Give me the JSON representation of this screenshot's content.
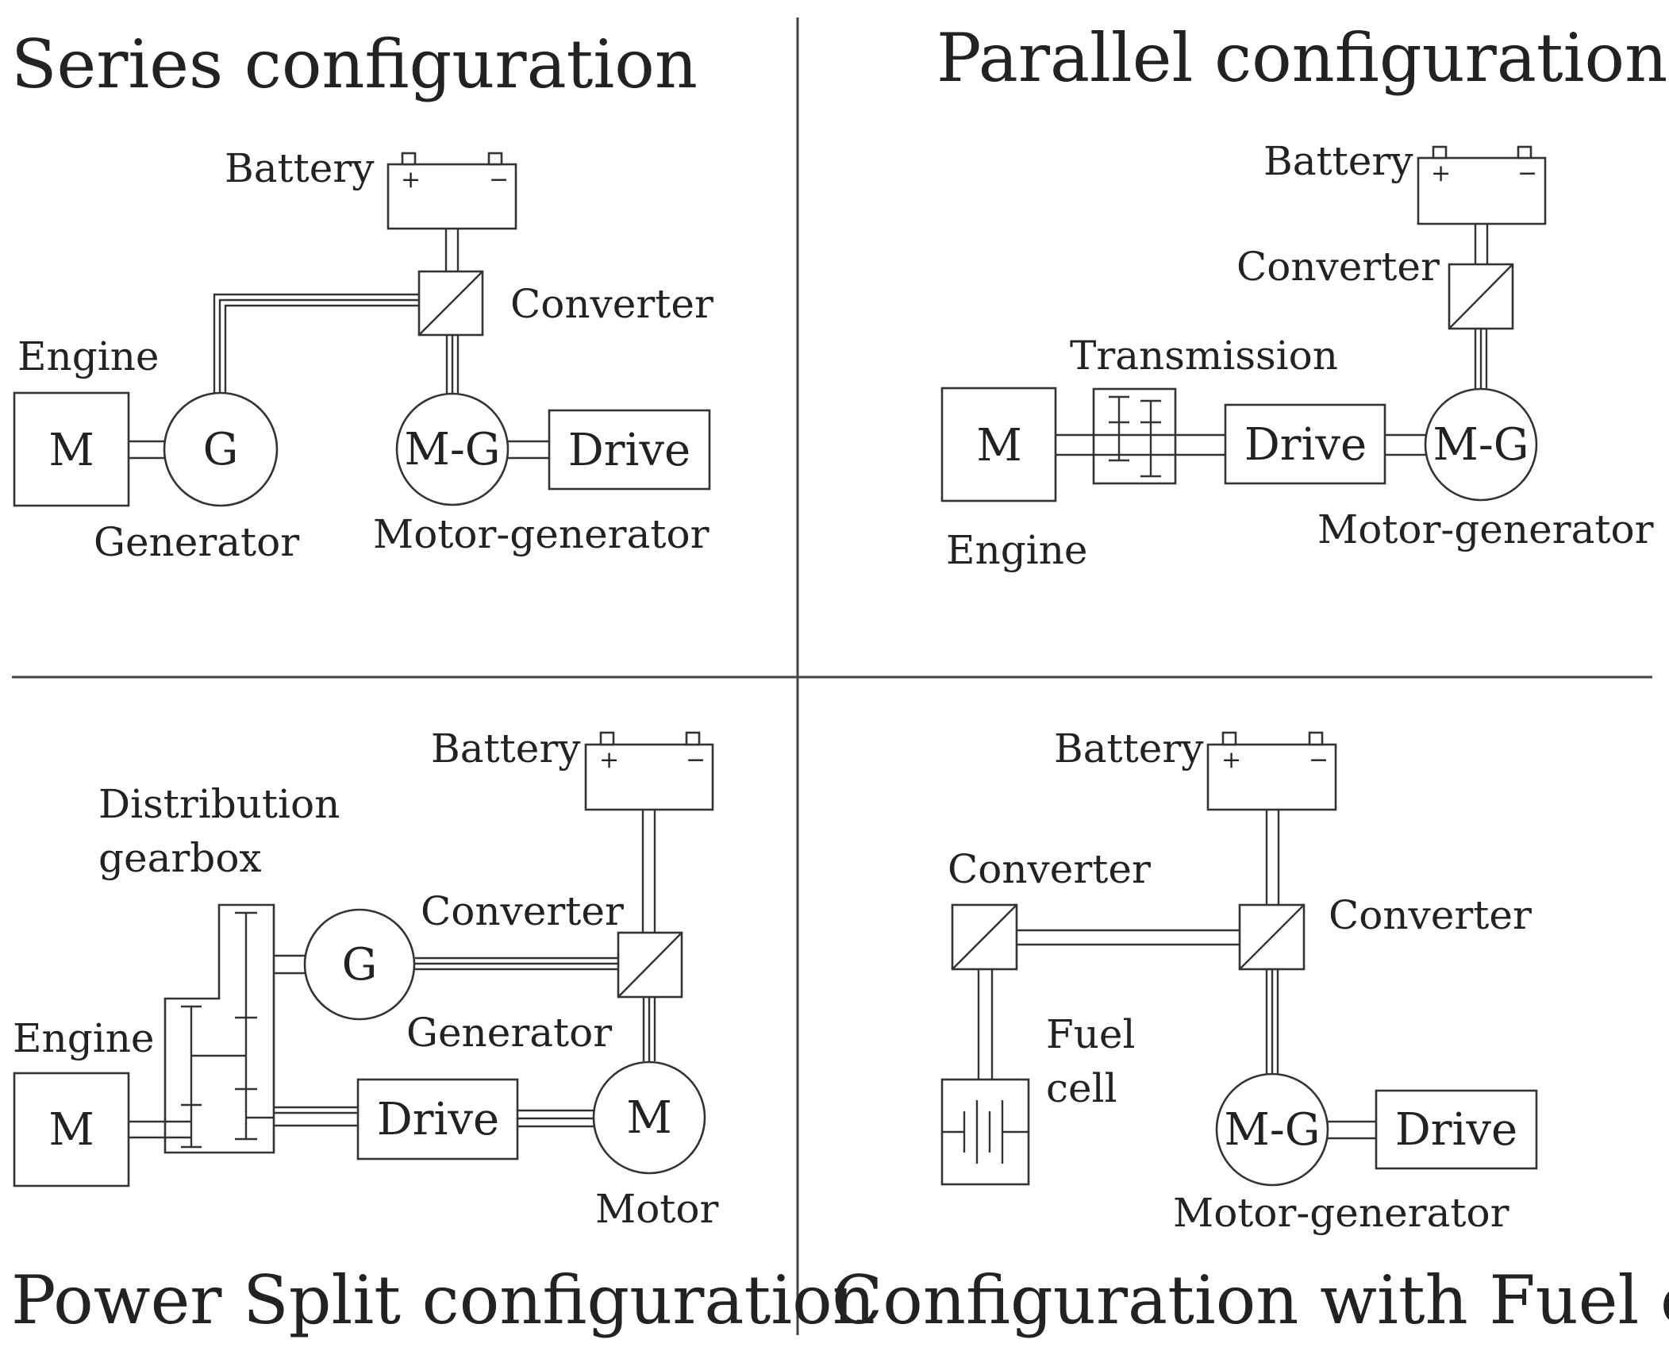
{
  "colors": {
    "ink": "#333333",
    "background": "#ffffff"
  },
  "series": {
    "title": "Series configuration",
    "battery": "Battery",
    "converter": "Converter",
    "engine": "Engine",
    "engine_symbol": "M",
    "generator_symbol": "G",
    "generator": "Generator",
    "motor_generator_symbol": "M-G",
    "motor_generator": "Motor-generator",
    "drive": "Drive"
  },
  "parallel": {
    "title": "Parallel configuration",
    "battery": "Battery",
    "converter": "Converter",
    "transmission": "Transmission",
    "engine_symbol": "M",
    "engine": "Engine",
    "drive": "Drive",
    "motor_generator_symbol": "M-G",
    "motor_generator": "Motor-generator"
  },
  "power_split": {
    "title": "Power Split configuration",
    "battery": "Battery",
    "distribution_line1": "Distribution",
    "distribution_line2": "gearbox",
    "converter": "Converter",
    "generator_symbol": "G",
    "generator": "Generator",
    "engine": "Engine",
    "engine_symbol": "M",
    "drive": "Drive",
    "motor_symbol": "M",
    "motor": "Motor"
  },
  "fuel_cell": {
    "title": "Configuration with Fuel cell",
    "battery": "Battery",
    "converter_left": "Converter",
    "converter_right": "Converter",
    "fuel_line1": "Fuel",
    "fuel_line2": "cell",
    "motor_generator_symbol": "M-G",
    "drive": "Drive",
    "motor_generator": "Motor-generator"
  },
  "battery_terminals": {
    "plus": "+",
    "minus": "−"
  }
}
